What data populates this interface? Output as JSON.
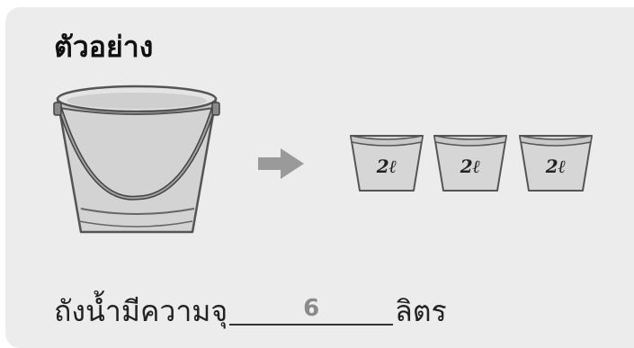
{
  "title": "ตัวอย่าง",
  "cups": [
    {
      "label": "2ℓ"
    },
    {
      "label": "2ℓ"
    },
    {
      "label": "2ℓ"
    }
  ],
  "sentence": {
    "prefix": "ถังน้ำมีความจุ",
    "answer": "6",
    "suffix": "ลิตร"
  },
  "colors": {
    "card_background": "#ececec",
    "bucket_fill": "#d3d3d3",
    "outline": "#555555",
    "arrow": "#9a9a9a",
    "answer": "#8a8a8a"
  }
}
